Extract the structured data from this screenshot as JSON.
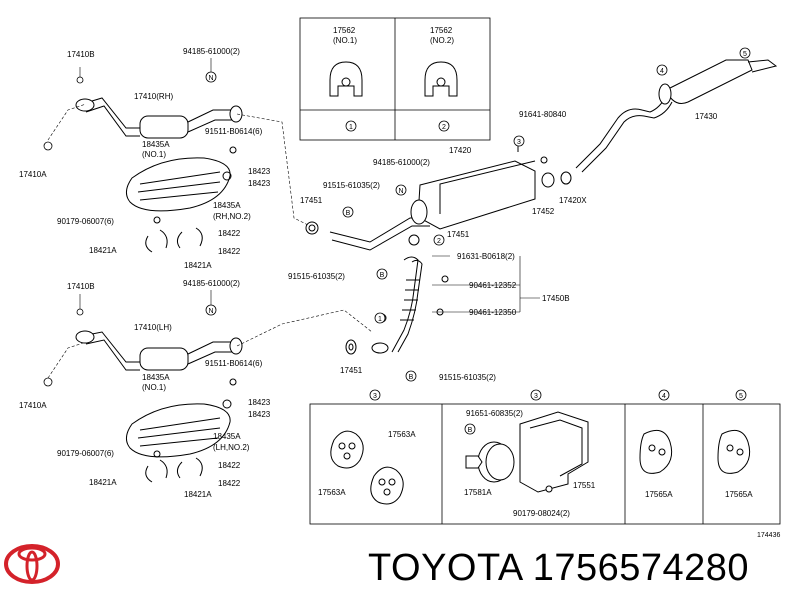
{
  "diagram": {
    "refs": {
      "r17410B_top": "17410B",
      "r94185_top": "94185-61000(2)",
      "r17410RH": "17410(RH)",
      "r17410A_top": "17410A",
      "r91511_top": "91511-B0614(6)",
      "r18435A_no1_top": "18435A",
      "r18435A_no1_top_sub": "(NO.1)",
      "r18423a_top": "18423",
      "r18423b_top": "18423",
      "r18435A_rh": "18435A",
      "r18435A_rh_sub": "(RH,NO.2)",
      "r90179_top": "90179-06007(6)",
      "r18422a_top": "18422",
      "r18421A_left_top": "18421A",
      "r18422b_top": "18422",
      "r18421A_right_top": "18421A",
      "r17410B_bot": "17410B",
      "r94185_bot": "94185-61000(2)",
      "r17410LH": "17410(LH)",
      "r91511_bot": "91511-B0614(6)",
      "r17410A_bot": "17410A",
      "r18435A_no1_bot": "18435A",
      "r18435A_no1_bot_sub": "(NO.1)",
      "r18423a_bot": "18423",
      "r18423b_bot": "18423",
      "r18435A_lh": "18435A",
      "r18435A_lh_sub": "(LH,NO.2)",
      "r90179_bot": "90179-06007(6)",
      "r18422a_bot": "18422",
      "r18421A_left_bot": "18421A",
      "r18422b_bot": "18422",
      "r18421A_right_bot": "18421A",
      "r17562_1": "17562",
      "r17562_1_sub": "(NO.1)",
      "r17562_2": "17562",
      "r17562_2_sub": "(NO.2)",
      "r91641": "91641-80840",
      "r17420": "17420",
      "r94185_mid": "94185-61000(2)",
      "r91515_top": "91515-61035(2)",
      "r17451_top": "17451",
      "r17452": "17452",
      "r17420X": "17420X",
      "r17451_mid": "17451",
      "r17430": "17430",
      "r91631": "91631-B0618(2)",
      "r90461_12352": "90461-12352",
      "r17450B": "17450B",
      "r91515_mid": "91515-61035(2)",
      "r90461_12350": "90461-12350",
      "r17451_bot": "17451",
      "r91515_bot": "91515-61035(2)",
      "r17563A_a": "17563A",
      "r17563A_b": "17563A",
      "r91651": "91651-60835(2)",
      "r17581A": "17581A",
      "r17551": "17551",
      "r90179_08024": "90179-08024(2)",
      "r17565A_4": "17565A",
      "r17565A_5": "17565A",
      "r174436": "174436"
    },
    "circle_labels": {
      "c1": "1",
      "c2": "2",
      "c3": "3",
      "c4": "4",
      "c5": "5",
      "cN": "N",
      "cB": "B"
    }
  },
  "brand": {
    "name": "TOYOTA",
    "part_number": "1756574280",
    "title": "TOYOTA 1756574280"
  }
}
